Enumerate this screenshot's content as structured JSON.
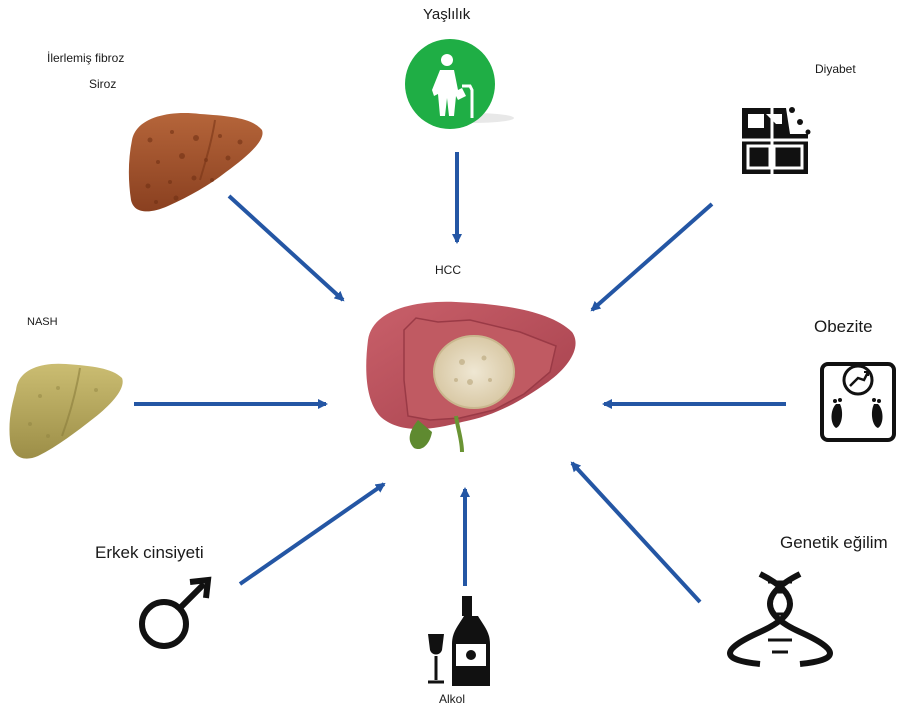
{
  "center": {
    "label": "HCC"
  },
  "factors": {
    "age": {
      "label": "Yaşlılık",
      "icon": "elderly-person-icon"
    },
    "fibrosis": {
      "label_line1": "İlerlemiş fibroz",
      "label_line2": "Siroz",
      "icon": "cirrhotic-liver-icon"
    },
    "diabetes": {
      "label": "Diyabet",
      "icon": "sugar-cube-icon"
    },
    "nash": {
      "label": "NASH",
      "icon": "fatty-liver-icon"
    },
    "obesity": {
      "label": "Obezite",
      "icon": "weight-scale-icon"
    },
    "male_sex": {
      "label": "Erkek cinsiyeti",
      "icon": "male-symbol-icon"
    },
    "alcohol": {
      "label": "Alkol",
      "icon": "wine-bottle-glass-icon"
    },
    "genetic": {
      "label": "Genetik eğilim",
      "icon": "dna-helix-icon"
    }
  },
  "colors": {
    "arrow": "#2456a4",
    "age_circle": "#1fae45",
    "liver_cirrhosis": "#a0522d",
    "liver_fatty": "#b7a65a",
    "liver_hcc": "#b8505a",
    "tumor": "#e6dcc4",
    "icon_dark": "#111111"
  }
}
